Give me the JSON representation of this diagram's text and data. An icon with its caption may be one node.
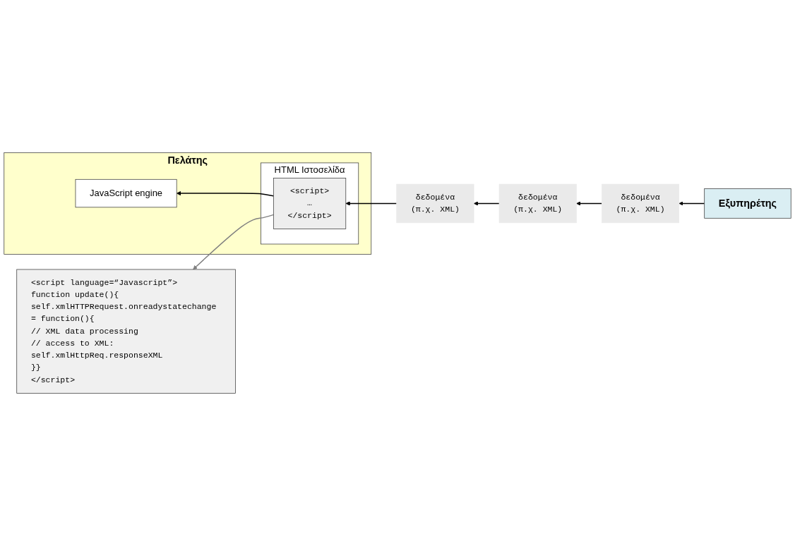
{
  "diagram": {
    "nodes": [
      {
        "text": [
          "Πελάτης"
        ]
      },
      {
        "text": [
          "JavaScript engine"
        ],
        "in": 0
      },
      {
        "text": [
          "HTML Ιστοσελίδα"
        ],
        "in": 0
      },
      {
        "text": [
          "<script>",
          "…",
          "</script>"
        ],
        "in": 2
      },
      {
        "text": [
          "δεδομένα",
          "(π.χ. XML)"
        ]
      },
      {
        "text": [
          "δεδομένα",
          "(π.χ. XML)"
        ]
      },
      {
        "text": [
          "δεδομένα",
          "(π.χ. XML)"
        ]
      },
      {
        "text": [
          "Εξυπηρέτης"
        ]
      },
      {
        "text": [
          "<script language=“Javascript”>",
          "function update(){",
          "self.xmlHTTPRequest.onreadystatechange = function(){",
          "// XML data processing",
          "// access to XML: self.xmlHttpReq.responseXML",
          "}}",
          "</script>"
        ]
      }
    ],
    "edges": [
      {
        "from": 3,
        "to": 1,
        "arrow": "to"
      },
      {
        "from": 7,
        "to": 6,
        "arrow": "to"
      },
      {
        "from": 6,
        "to": 5,
        "arrow": "to"
      },
      {
        "from": 5,
        "to": 4,
        "arrow": "to"
      },
      {
        "from": 4,
        "to": 3,
        "arrow": "to"
      },
      {
        "from": 3,
        "to": 8,
        "arrow": "to",
        "color": "#808080"
      }
    ]
  }
}
